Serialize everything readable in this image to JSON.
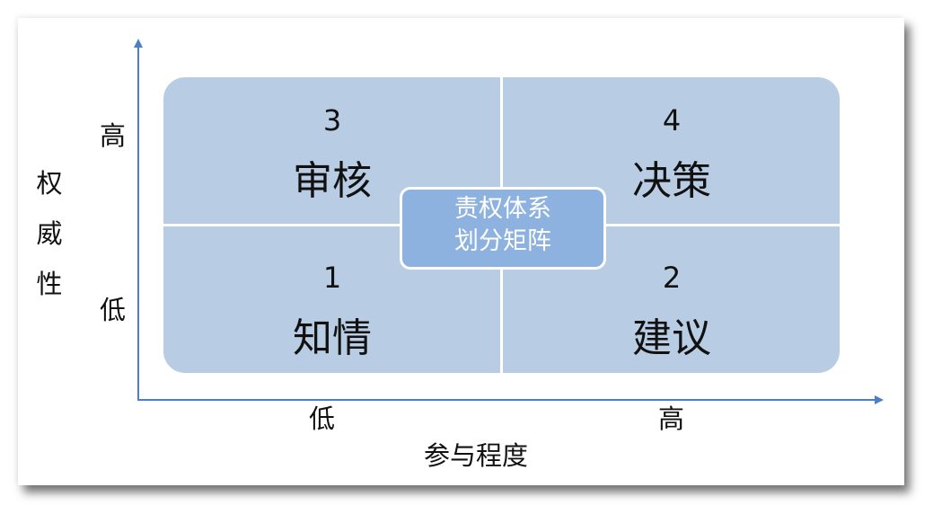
{
  "diagram": {
    "title": "责权体系划分矩阵",
    "center_box": {
      "line1": "责权体系",
      "line2": "划分矩阵"
    },
    "y_axis": {
      "label_chars": [
        "权",
        "威",
        "性"
      ],
      "label": "权威性",
      "high": "高",
      "low": "低"
    },
    "x_axis": {
      "label": "参与程度",
      "low": "低",
      "high": "高"
    },
    "quadrants": {
      "top_left": {
        "number": "3",
        "name": "审核"
      },
      "top_right": {
        "number": "4",
        "name": "决策"
      },
      "bottom_left": {
        "number": "1",
        "name": "知情"
      },
      "bottom_right": {
        "number": "2",
        "name": "建议"
      }
    },
    "colors": {
      "quadrant_fill": "#b8cde4",
      "center_fill": "#8eb2e0",
      "axis": "#4a7fc9",
      "divider": "#ffffff"
    }
  }
}
